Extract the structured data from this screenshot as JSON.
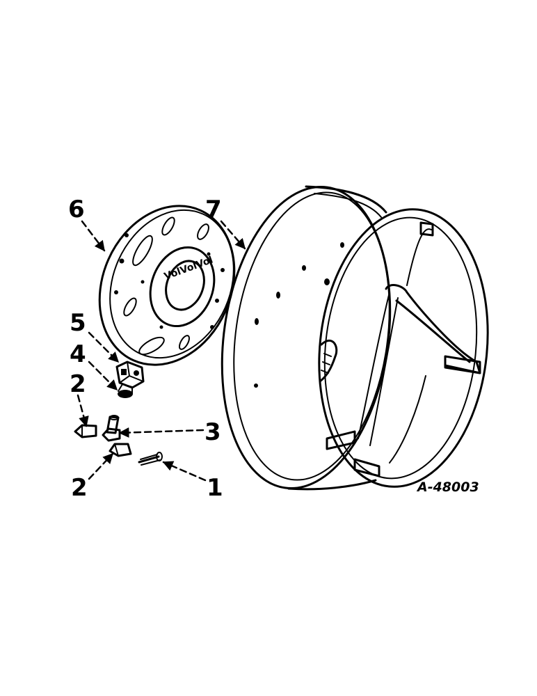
{
  "diagram": {
    "reference_code": "A-48003",
    "callouts": [
      {
        "id": "c1",
        "label": "1"
      },
      {
        "id": "c2a",
        "label": "2"
      },
      {
        "id": "c2b",
        "label": "2"
      },
      {
        "id": "c3",
        "label": "3"
      },
      {
        "id": "c4",
        "label": "4"
      },
      {
        "id": "c5",
        "label": "5"
      },
      {
        "id": "c6",
        "label": "6"
      },
      {
        "id": "c7",
        "label": "7"
      }
    ],
    "disc_text": "VolVolVol"
  }
}
